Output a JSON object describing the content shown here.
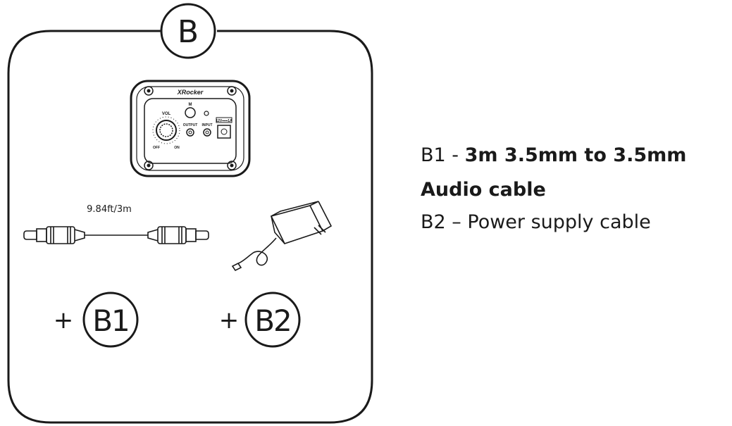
{
  "section_label": "B",
  "control_panel": {
    "brand": "XRocker",
    "vol_label": "VOL",
    "off_label": "OFF",
    "on_label": "ON",
    "m_label": "M",
    "output_label": "OUTPUT",
    "input_label": "INPUT",
    "power_rating": "12V⎓⎓1A"
  },
  "cable_length": "9.84ft/3m",
  "items": [
    {
      "plus": "+",
      "code": "B1"
    },
    {
      "plus": "+",
      "code": "B2"
    }
  ],
  "descriptions": {
    "b1_prefix": "B1 - ",
    "b1_text": "3m 3.5mm to 3.5mm Audio cable",
    "b2_prefix": "B2 – ",
    "b2_text": "Power supply cable"
  }
}
